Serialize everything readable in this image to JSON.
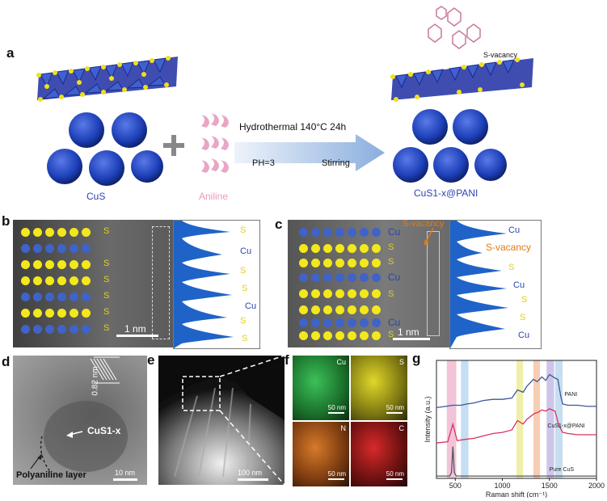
{
  "panels": {
    "a": {
      "label": "a",
      "reactant1": "CuS",
      "reactant2": "Aniline",
      "condition_top": "Hydrothermal 140°C 24h",
      "condition_left": "PH=3",
      "condition_right": "Stirring",
      "product": "CuS1-x@PANI",
      "vacancy": "S-vacancy"
    },
    "b": {
      "label": "b",
      "row_labels": [
        "S",
        "S",
        "S",
        "S",
        "S",
        "S"
      ],
      "profile_labels": [
        "S",
        "Cu",
        "S",
        "S",
        "Cu",
        "S",
        "S"
      ],
      "scale": "1 nm"
    },
    "c": {
      "label": "c",
      "row_labels": [
        "Cu",
        "S",
        "S",
        "Cu",
        "S",
        "Cu",
        "S"
      ],
      "vacancy": "S-vacancy",
      "profile_labels": [
        "Cu",
        "S-vacancy",
        "S",
        "Cu",
        "S",
        "S",
        "Cu"
      ],
      "scale": "1 nm"
    },
    "d": {
      "label": "d",
      "lattice": "0.82 nm",
      "core": "CuS1-x",
      "shell": "Polyaniline layer",
      "scale": "10 nm"
    },
    "e": {
      "label": "e",
      "scale": "100 nm"
    },
    "f": {
      "label": "f",
      "maps": [
        {
          "element": "Cu",
          "scale": "50 nm",
          "color": "#2aa33a"
        },
        {
          "element": "S",
          "scale": "50 nm",
          "color": "#c9c21c"
        },
        {
          "element": "N",
          "scale": "50 nm",
          "color": "#c26a1a"
        },
        {
          "element": "C",
          "scale": "50 nm",
          "color": "#b8161a"
        }
      ]
    },
    "g": {
      "label": "g"
    }
  },
  "chart_data": {
    "type": "line",
    "xlabel": "Raman shift (cm⁻¹)",
    "ylabel": "Intensity (a.u.)",
    "xlim": [
      300,
      2000
    ],
    "xticks": [
      500,
      1000,
      1500,
      2000
    ],
    "bands": [
      {
        "x": [
          410,
          510
        ],
        "color": "#f0b8d2"
      },
      {
        "x": [
          560,
          640
        ],
        "color": "#bcd8f0"
      },
      {
        "x": [
          1150,
          1220
        ],
        "color": "#ecec9a"
      },
      {
        "x": [
          1330,
          1400
        ],
        "color": "#f6c4a6"
      },
      {
        "x": [
          1470,
          1550
        ],
        "color": "#c6bce6"
      },
      {
        "x": [
          1560,
          1640
        ],
        "color": "#bcd8f0"
      }
    ],
    "series": [
      {
        "name": "PANI",
        "color": "#3b5894",
        "x": [
          300,
          400,
          474,
          560,
          620,
          700,
          800,
          900,
          1000,
          1100,
          1160,
          1220,
          1260,
          1330,
          1370,
          1420,
          1460,
          1500,
          1560,
          1590,
          1620,
          1640,
          1700,
          1800,
          1900,
          2000
        ],
        "y": [
          0.6,
          0.61,
          0.62,
          0.62,
          0.63,
          0.64,
          0.66,
          0.67,
          0.67,
          0.68,
          0.75,
          0.73,
          0.78,
          0.84,
          0.82,
          0.86,
          0.83,
          0.88,
          0.85,
          0.84,
          0.7,
          0.63,
          0.62,
          0.62,
          0.61,
          0.61
        ]
      },
      {
        "name": "CuS1-x@PANI",
        "color": "#d8335e",
        "x": [
          300,
          420,
          474,
          520,
          600,
          700,
          800,
          900,
          1000,
          1100,
          1160,
          1220,
          1260,
          1340,
          1380,
          1420,
          1460,
          1500,
          1560,
          1600,
          1640,
          1700,
          1800,
          1900,
          2000
        ],
        "y": [
          0.3,
          0.31,
          0.46,
          0.32,
          0.33,
          0.34,
          0.36,
          0.38,
          0.39,
          0.41,
          0.49,
          0.46,
          0.5,
          0.55,
          0.56,
          0.58,
          0.57,
          0.59,
          0.57,
          0.45,
          0.39,
          0.38,
          0.37,
          0.37,
          0.37
        ]
      },
      {
        "name": "Pure CuS",
        "color": "#555555",
        "x": [
          300,
          440,
          460,
          474,
          490,
          510,
          700,
          1000,
          1500,
          2000
        ],
        "y": [
          0.02,
          0.02,
          0.05,
          0.27,
          0.05,
          0.02,
          0.02,
          0.02,
          0.02,
          0.02
        ]
      }
    ]
  }
}
